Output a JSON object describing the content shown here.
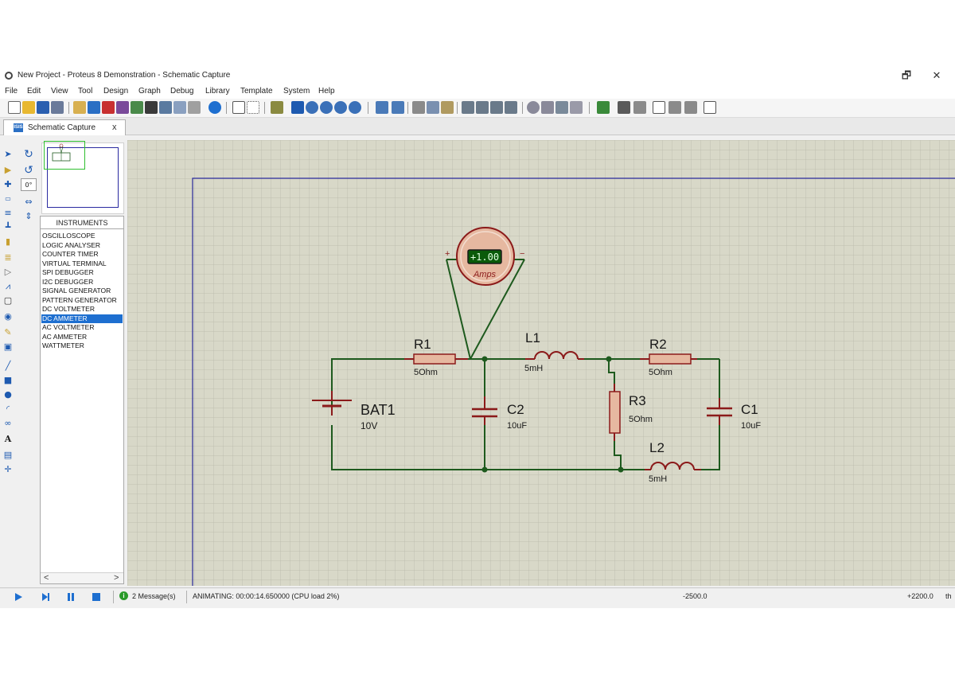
{
  "window": {
    "title": "New Project - Proteus 8 Demonstration - Schematic Capture",
    "restore_glyph": "🗗",
    "close_glyph": "✕"
  },
  "menu": {
    "items": [
      "File",
      "Edit",
      "View",
      "Tool",
      "Design",
      "Graph",
      "Debug",
      "Library",
      "Template",
      "System",
      "Help"
    ]
  },
  "tab": {
    "icon_text": "ISIS",
    "label": "Schematic Capture",
    "close": "x"
  },
  "left_tools": {
    "rotation_value": "0°"
  },
  "device_panel": {
    "header": "INSTRUMENTS",
    "items": [
      "OSCILLOSCOPE",
      "LOGIC ANALYSER",
      "COUNTER TIMER",
      "VIRTUAL TERMINAL",
      "SPI DEBUGGER",
      "I2C DEBUGGER",
      "SIGNAL GENERATOR",
      "PATTERN GENERATOR",
      "DC VOLTMETER",
      "DC AMMETER",
      "AC VOLTMETER",
      "AC AMMETER",
      "WATTMETER"
    ],
    "selected_index": 9,
    "scroll_left": "<",
    "scroll_right": ">"
  },
  "schematic": {
    "ammeter": {
      "reading": "+1.00",
      "unit": "Amps",
      "plus": "+",
      "minus": "−"
    },
    "components": {
      "R1": {
        "ref": "R1",
        "value": "5Ohm"
      },
      "L1": {
        "ref": "L1",
        "value": "5mH"
      },
      "R2": {
        "ref": "R2",
        "value": "5Ohm"
      },
      "R3": {
        "ref": "R3",
        "value": "5Ohm"
      },
      "L2": {
        "ref": "L2",
        "value": "5mH"
      },
      "C1": {
        "ref": "C1",
        "value": "10uF"
      },
      "C2": {
        "ref": "C2",
        "value": "10uF"
      },
      "BAT1": {
        "ref": "BAT1",
        "value": "10V"
      }
    }
  },
  "status": {
    "messages": "2 Message(s)",
    "animation": "ANIMATING: 00:00:14.650000 (CPU load 2%)",
    "coord_x": "-2500.0",
    "coord_y": "+2200.0",
    "units": "th"
  },
  "colors": {
    "grid_bg": "#d8d8c8",
    "grid_line": "#b8b8a8",
    "grid_major": "#a8a898",
    "wire": "#1e5a1e",
    "component": "#8b1a1a",
    "component_fill": "#e6b8a0",
    "sheet_border": "#2a2a9a",
    "text": "#1a1a1a",
    "lcd_bg": "#0a5a0a",
    "lcd_text": "#e0ffe0"
  }
}
